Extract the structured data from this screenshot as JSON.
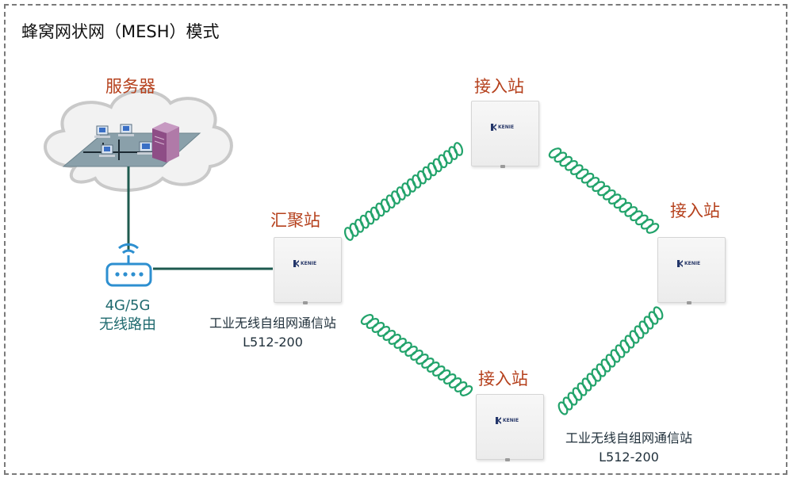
{
  "title": "蜂窝网状网（MESH）模式",
  "server": {
    "label": "服务器"
  },
  "router": {
    "label_line1": "4G/5G",
    "label_line2": "无线路由"
  },
  "aggregation": {
    "label": "汇聚站",
    "device_line1": "工业无线自组网通信站",
    "device_line2": "L512-200"
  },
  "access_top": {
    "label": "接入站"
  },
  "access_right": {
    "label": "接入站"
  },
  "access_bottom": {
    "label": "接入站",
    "device_line1": "工业无线自组网通信站",
    "device_line2": "L512-200"
  },
  "device_brand": "KENIE",
  "colors": {
    "label_red": "#b5401c",
    "label_teal": "#1f6a6f",
    "signal_green": "#22a36b",
    "link_green": "#1e5a4f",
    "router_blue": "#2d8fd0"
  },
  "icons": [
    "cloud-icon",
    "server-icon",
    "computer-icon",
    "router-icon",
    "wireless-link-icon"
  ]
}
